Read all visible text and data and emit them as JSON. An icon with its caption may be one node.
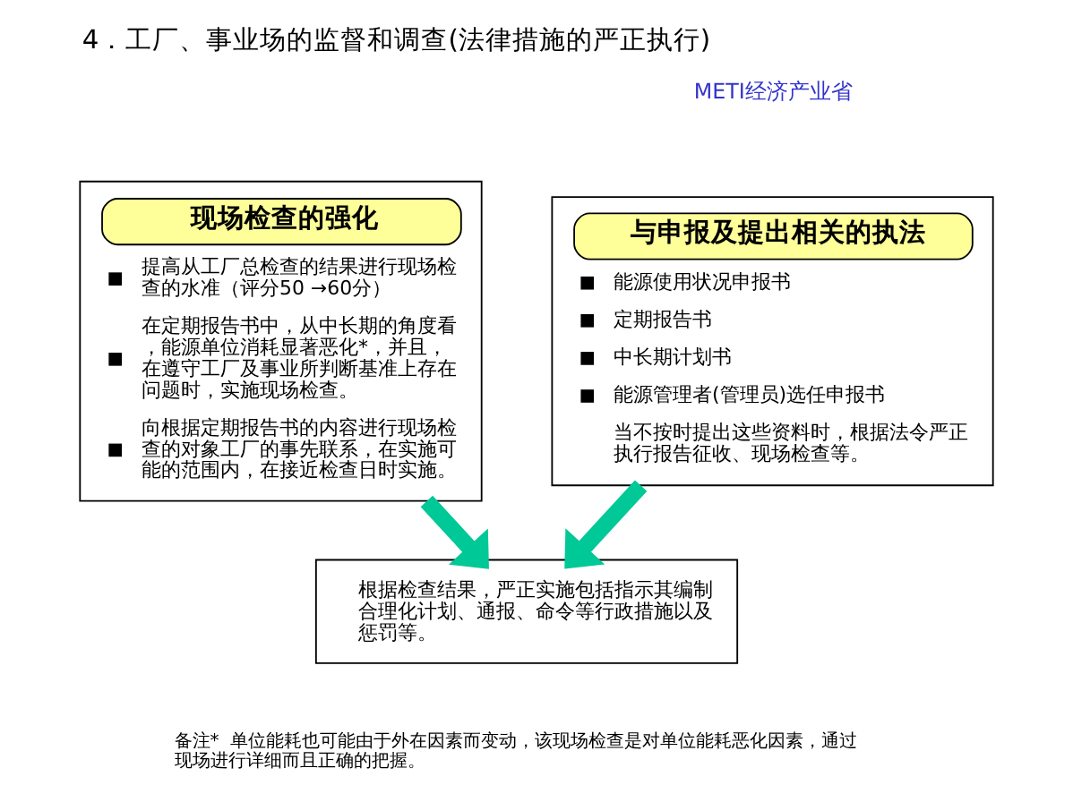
{
  "diagram": {
    "title": "4．工厂、事业场的监督和调查(法律措施的严正执行)",
    "nodes": [
      {
        "text": [
          "现场检查的强化",
          "提高从工厂总检查的结果进行现场检查的水准（评分50 →60分）",
          "在定期报告书中，从中长期的角度看，能源单位消耗显著恶化*，并且，在遵守工厂及事业所判断基准上存在问题时，实施现场检查。",
          "向根据定期报告书的内容进行现场检查的对象工厂的事先联系，在实施可能的范围内，在接近检查日时实施。"
        ]
      },
      {
        "text": [
          "与申报及提出相关的执法",
          "能源使用状况申报书",
          "定期报告书",
          "中长期计划书",
          "能源管理者(管理员)选任申报书",
          "当不按时提出这些资料时，根据法令严正执行报告征收、现场检查等。"
        ]
      },
      {
        "text": [
          "根据检查结果，严正实施包括指示其编制合理化计划、通报、命令等行政措施以及惩罚等。"
        ]
      }
    ],
    "edges": [
      {
        "from": 0,
        "to": 2,
        "arrow": "to",
        "color": "#00c896"
      },
      {
        "from": 1,
        "to": 2,
        "arrow": "to",
        "color": "#00c896"
      }
    ],
    "labels": [
      "METI经济产业省",
      "备注*  单位能耗也可能由于外在因素而变动，该现场检查是对单位能耗恶化因素，通过现场进行详细而且正确的把握。"
    ]
  }
}
